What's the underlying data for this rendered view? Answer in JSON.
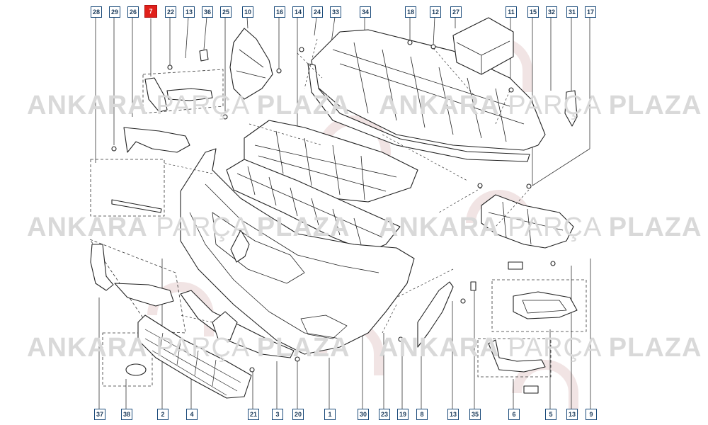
{
  "watermark": {
    "word1": "ANKARA",
    "word2": "PARÇA",
    "word3": "PLAZA"
  },
  "highlighted_part": "7",
  "top_callouts": [
    "28",
    "29",
    "26",
    "7",
    "22",
    "13",
    "36",
    "25",
    "10",
    "16",
    "14",
    "24",
    "33",
    "34",
    "18",
    "12",
    "27",
    "11",
    "15",
    "32",
    "31",
    "17"
  ],
  "bottom_callouts": [
    "37",
    "38",
    "2",
    "4",
    "21",
    "3",
    "20",
    "1",
    "30",
    "23",
    "19",
    "8",
    "13",
    "35",
    "6",
    "5",
    "13",
    "9"
  ],
  "colors": {
    "callout_border": "#1a4a7a",
    "callout_highlight": "#e0201a",
    "line": "#333333",
    "watermark": "#d9d9d9"
  }
}
